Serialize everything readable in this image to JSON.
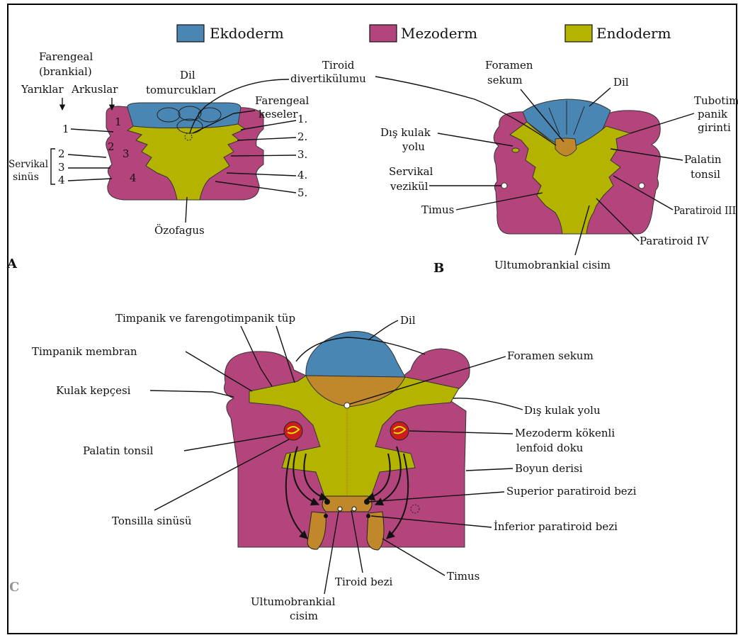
{
  "colors": {
    "ectoderm": "#4a86b4",
    "mesoderm": "#b4457c",
    "endoderm": "#b4b400",
    "gland": "#c0882a",
    "tonsil": "#cc1d1d",
    "frame": "#000000"
  },
  "legend": [
    {
      "label": "Ekdoderm",
      "color_key": "ectoderm"
    },
    {
      "label": "Mezoderm",
      "color_key": "mesoderm"
    },
    {
      "label": "Endoderm",
      "color_key": "endoderm"
    }
  ],
  "panel_a": {
    "letter": "A",
    "farengeal_l1": "Farengeal",
    "farengeal_l2": "(brankial)",
    "yariklar": "Yarıklar",
    "arkuslar": "Arkuslar",
    "dil_l1": "Dil",
    "dil_l2": "tomurcukları",
    "tiroid_l1": "Tiroid",
    "tiroid_l2": "divertikülumu",
    "keseler_l1": "Farengeal",
    "keseler_l2": "keseler",
    "servikal": "Servikal",
    "sinus": "sinüs",
    "ozofagus": "Özofagus",
    "cleft_numbers": [
      "1",
      "2",
      "3",
      "4"
    ],
    "arch_numbers": [
      "1",
      "2",
      "3",
      "4"
    ],
    "pouch_numbers": [
      "1.",
      "2.",
      "3.",
      "4.",
      "5."
    ]
  },
  "panel_b": {
    "letter": "B",
    "foramen_l1": "Foramen",
    "foramen_l2": "sekum",
    "dil": "Dil",
    "tubo_l1": "Tubotim",
    "tubo_l2": "panik",
    "tubo_l3": "girinti",
    "dis_kulak_l1": "Dış kulak",
    "dis_kulak_l2": "yolu",
    "palatin_l1": "Palatin",
    "palatin_l2": "tonsil",
    "servikal_l1": "Servikal",
    "servikal_l2": "vezikül",
    "timus": "Timus",
    "paratiroid_3": "Paratiroid III",
    "paratiroid_4": "Paratiroid IV",
    "ultumo": "Ultumobrankial cisim"
  },
  "panel_c": {
    "letter": "C",
    "timpanik_tup": "Timpanik ve farengotimpanik tüp",
    "dil": "Dil",
    "timpanik_membran": "Timpanik membran",
    "foramen": "Foramen sekum",
    "kulak_kepcesi": "Kulak kepçesi",
    "dis_kulak": "Dış kulak yolu",
    "palatin": "Palatin tonsil",
    "mezoderm_l1": "Mezoderm kökenli",
    "mezoderm_l2": "lenfoid doku",
    "boyun": "Boyun derisi",
    "superior": "Superior paratiroid bezi",
    "tonsilla": "Tonsilla sinüsü",
    "inferior": "İnferior paratiroid bezi",
    "timus": "Timus",
    "tiroid": "Tiroid bezi",
    "ultumo_l1": "Ultumobrankial",
    "ultumo_l2": "cisim"
  }
}
